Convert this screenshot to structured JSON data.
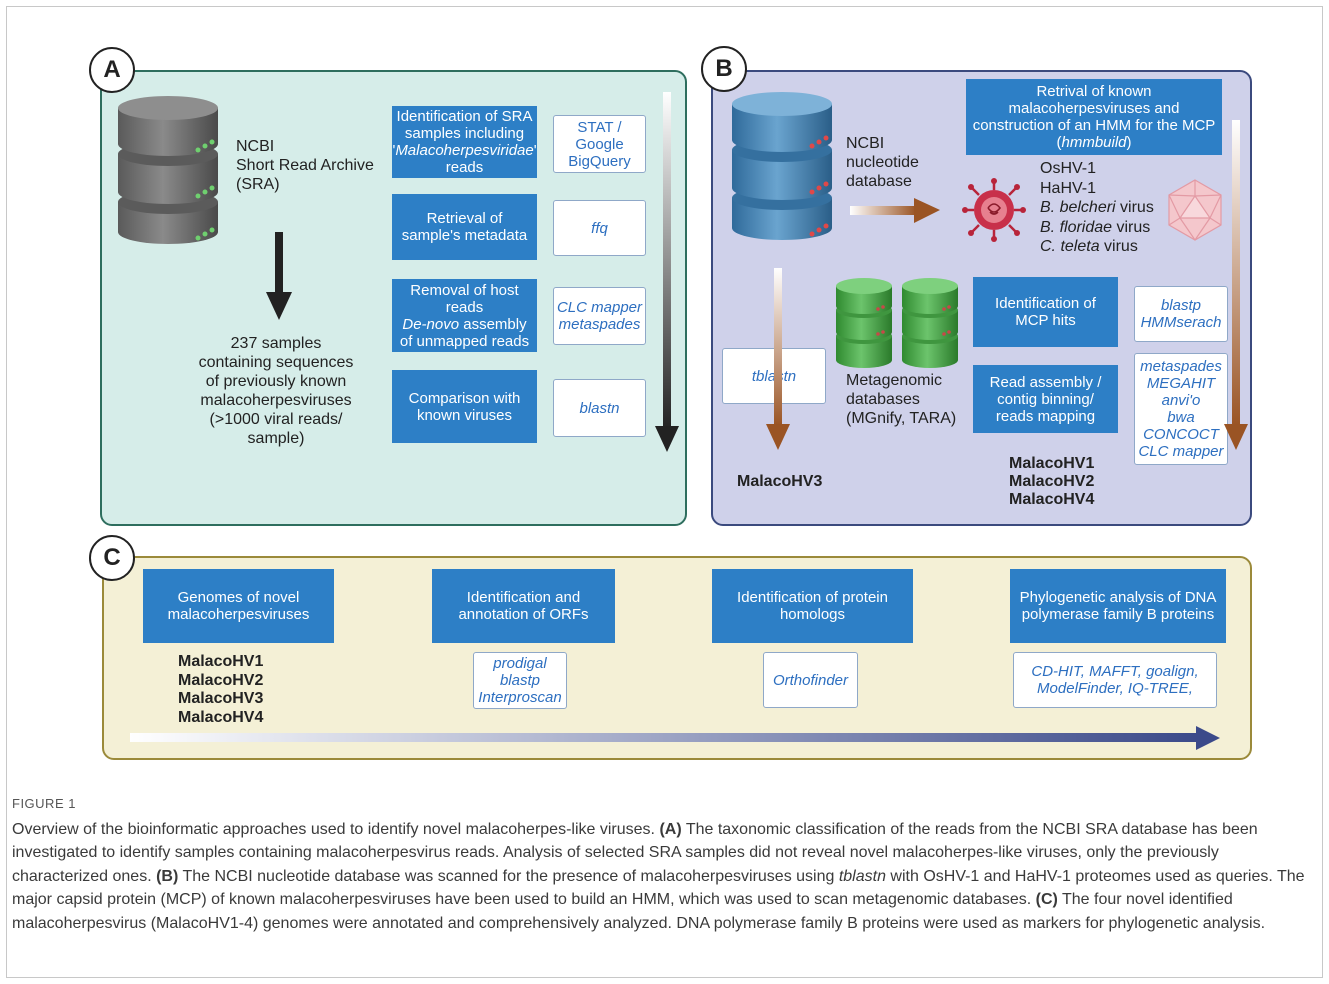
{
  "panel_a": {
    "badge": "A",
    "ncbi_label_1": "NCBI",
    "ncbi_label_2": "Short Read Archive",
    "ncbi_label_3": "(SRA)",
    "samples_text": [
      "237 samples",
      "containing sequences",
      "of previously known",
      "malacoherpesviruses",
      "(>1000 viral reads/",
      "sample)"
    ],
    "step1": {
      "pre": "Identification of SRA samples including '",
      "italic": "Malacoherpesviridae",
      "post": "' reads"
    },
    "tool1": [
      "STAT /",
      "Google",
      "BigQuery"
    ],
    "step2": [
      "Retrieval of",
      "sample's metadata"
    ],
    "tool2": "ffq",
    "step3": {
      "line1": "Removal of  host",
      "line2": "reads",
      "italic": "De-novo",
      "line3_rest": " assembly",
      "line4": "of unmapped reads"
    },
    "tool3": [
      "CLC mapper",
      "metaspades"
    ],
    "step4": [
      "Comparison with",
      "known viruses"
    ],
    "tool4": "blastn"
  },
  "panel_b": {
    "badge": "B",
    "ncbi_label": [
      "NCBI",
      "nucleotide",
      "database"
    ],
    "retrieval": {
      "text": "Retrival of known malacoherpesviruses and construction of an HMM for the MCP (",
      "italic": "hmmbuild",
      "post": ")"
    },
    "virus_list": [
      {
        "normal": "OsHV-1",
        "italic": "",
        "suffix": ""
      },
      {
        "normal": "HaHV-1",
        "italic": "",
        "suffix": ""
      },
      {
        "normal": "",
        "italic": "B. belcheri",
        "suffix": " virus"
      },
      {
        "normal": "",
        "italic": "B. floridae",
        "suffix": " virus"
      },
      {
        "normal": "",
        "italic": "C. teleta",
        "suffix": " virus"
      }
    ],
    "tblastn": "tblastn",
    "metagenomic_label": [
      "Metagenomic",
      "databases",
      "(MGnify, TARA)"
    ],
    "identification_mcp": "Identification of MCP hits",
    "tool_mcp": [
      "blastp",
      "HMMserach"
    ],
    "read_assembly": "Read assembly / contig binning/ reads mapping",
    "tool_assembly": [
      "metaspades",
      "MEGAHIT",
      "anvi'o",
      "bwa",
      "CONCOCT",
      "CLC mapper"
    ],
    "result_left": "MalacoHV3",
    "result_right": [
      "MalacoHV1",
      "MalacoHV2",
      "MalacoHV4"
    ]
  },
  "panel_c": {
    "badge": "C",
    "steps": [
      {
        "label": "Genomes of novel malacoherpesviruses"
      },
      {
        "label": "Identification and annotation of ORFs"
      },
      {
        "label": "Identification of protein homologs"
      },
      {
        "label": "Phylogenetic analysis of  DNA polymerase family B proteins"
      }
    ],
    "genomes": [
      "MalacoHV1",
      "MalacoHV2",
      "MalacoHV3",
      "MalacoHV4"
    ],
    "tool_orf": [
      "prodigal",
      "blastp",
      "Interproscan"
    ],
    "tool_homologs": "Orthofinder",
    "tool_phylo": [
      "CD-HIT, MAFFT, goalign,",
      "ModelFinder, IQ-TREE,"
    ]
  },
  "caption": {
    "figure_label": "FIGURE 1",
    "intro": "Overview of the bioinformatic approaches used to identify novel malacoherpes-like viruses. ",
    "a_tag": "(A)",
    "a_text": " The taxonomic classification of the reads from the NCBI SRA database has been investigated to identify samples containing malacoherpesvirus reads. Analysis of selected SRA samples did not reveal novel malacoherpes-like viruses, only the previously characterized ones. ",
    "b_tag": "(B)",
    "b_text_1": " The NCBI nucleotide database was scanned for the presence of malacoherpesviruses using ",
    "b_italic": "tblastn",
    "b_text_2": " with OsHV-1 and HaHV-1 proteomes used as queries. The major capsid protein (MCP) of known malacoherpesviruses have been used to build an HMM, which was used to scan metagenomic databases. ",
    "c_tag": "(C)",
    "c_text": " The four novel identified malacoherpesvirus (MalacoHV1-4) genomes were annotated and comprehensively analyzed. DNA polymerase family B proteins were used as markers for phylogenetic analysis."
  },
  "colors": {
    "panel_a_bg": "#d6ede9",
    "panel_b_bg": "#cfd1ea",
    "panel_c_bg": "#f4f0d6",
    "box_blue": "#2d7fc6",
    "tool_text": "#2d6fc0",
    "arrow_brown": "#9a5424",
    "arrow_navy": "#3b4a8a",
    "db_grey": "#6a6a6a",
    "db_blue": "#4a86b5",
    "db_green": "#4aa44a"
  }
}
